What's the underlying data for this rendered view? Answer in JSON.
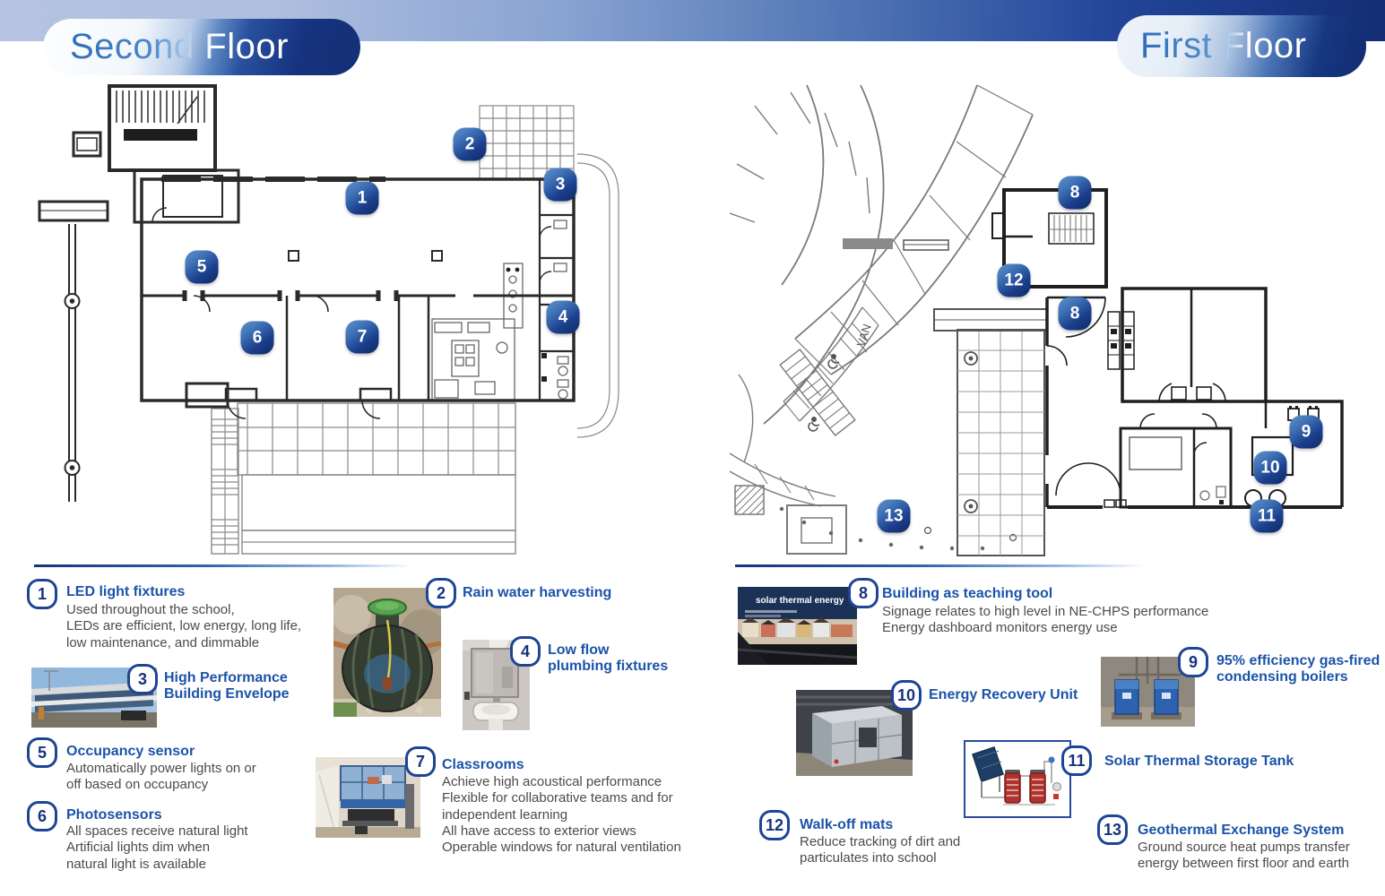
{
  "header": {
    "second_floor_title": "Second Floor",
    "first_floor_title": "First Floor"
  },
  "second_floor": {
    "markers": [
      {
        "n": "1"
      },
      {
        "n": "2"
      },
      {
        "n": "3"
      },
      {
        "n": "4"
      },
      {
        "n": "5"
      },
      {
        "n": "6"
      },
      {
        "n": "7"
      }
    ]
  },
  "first_floor": {
    "van_label": "VAN",
    "markers": [
      {
        "n": "8"
      },
      {
        "n": "8"
      },
      {
        "n": "12"
      },
      {
        "n": "9"
      },
      {
        "n": "10"
      },
      {
        "n": "11"
      },
      {
        "n": "13"
      }
    ]
  },
  "legend": {
    "item1": {
      "num": "1",
      "title": "LED light fixtures",
      "body": "Used throughout the school,\nLEDs are efficient, low energy, long life,\nlow maintenance, and dimmable"
    },
    "item2": {
      "num": "2",
      "title": "Rain water harvesting"
    },
    "item3": {
      "num": "3",
      "title": "High Performance\nBuilding Envelope"
    },
    "item4": {
      "num": "4",
      "title": "Low flow\nplumbing fixtures"
    },
    "item5": {
      "num": "5",
      "title": "Occupancy sensor",
      "body": "Automatically power lights on or\noff based on occupancy"
    },
    "item6": {
      "num": "6",
      "title": "Photosensors",
      "body": "All spaces receive natural light\nArtificial lights dim when\nnatural light is available"
    },
    "item7": {
      "num": "7",
      "title": "Classrooms",
      "body": "Achieve high acoustical performance\nFlexible for collaborative teams and for\nindependent learning\nAll have access to exterior views\nOperable windows for natural ventilation"
    },
    "item8": {
      "num": "8",
      "title": "Building as teaching tool",
      "body": "Signage relates to high level in NE-CHPS performance\nEnergy dashboard monitors energy use"
    },
    "item9": {
      "num": "9",
      "title": "95% efficiency gas-fired\ncondensing boilers"
    },
    "item10": {
      "num": "10",
      "title": "Energy Recovery Unit"
    },
    "item11": {
      "num": "11",
      "title": "Solar Thermal Storage Tank"
    },
    "item12": {
      "num": "12",
      "title": "Walk-off mats",
      "body": "Reduce tracking of dirt and\nparticulates into school"
    },
    "item13": {
      "num": "13",
      "title": "Geothermal Exchange System",
      "body": "Ground source heat pumps transfer\nenergy between first floor and earth"
    }
  },
  "photos": {
    "signage_text": "solar thermal energy"
  }
}
